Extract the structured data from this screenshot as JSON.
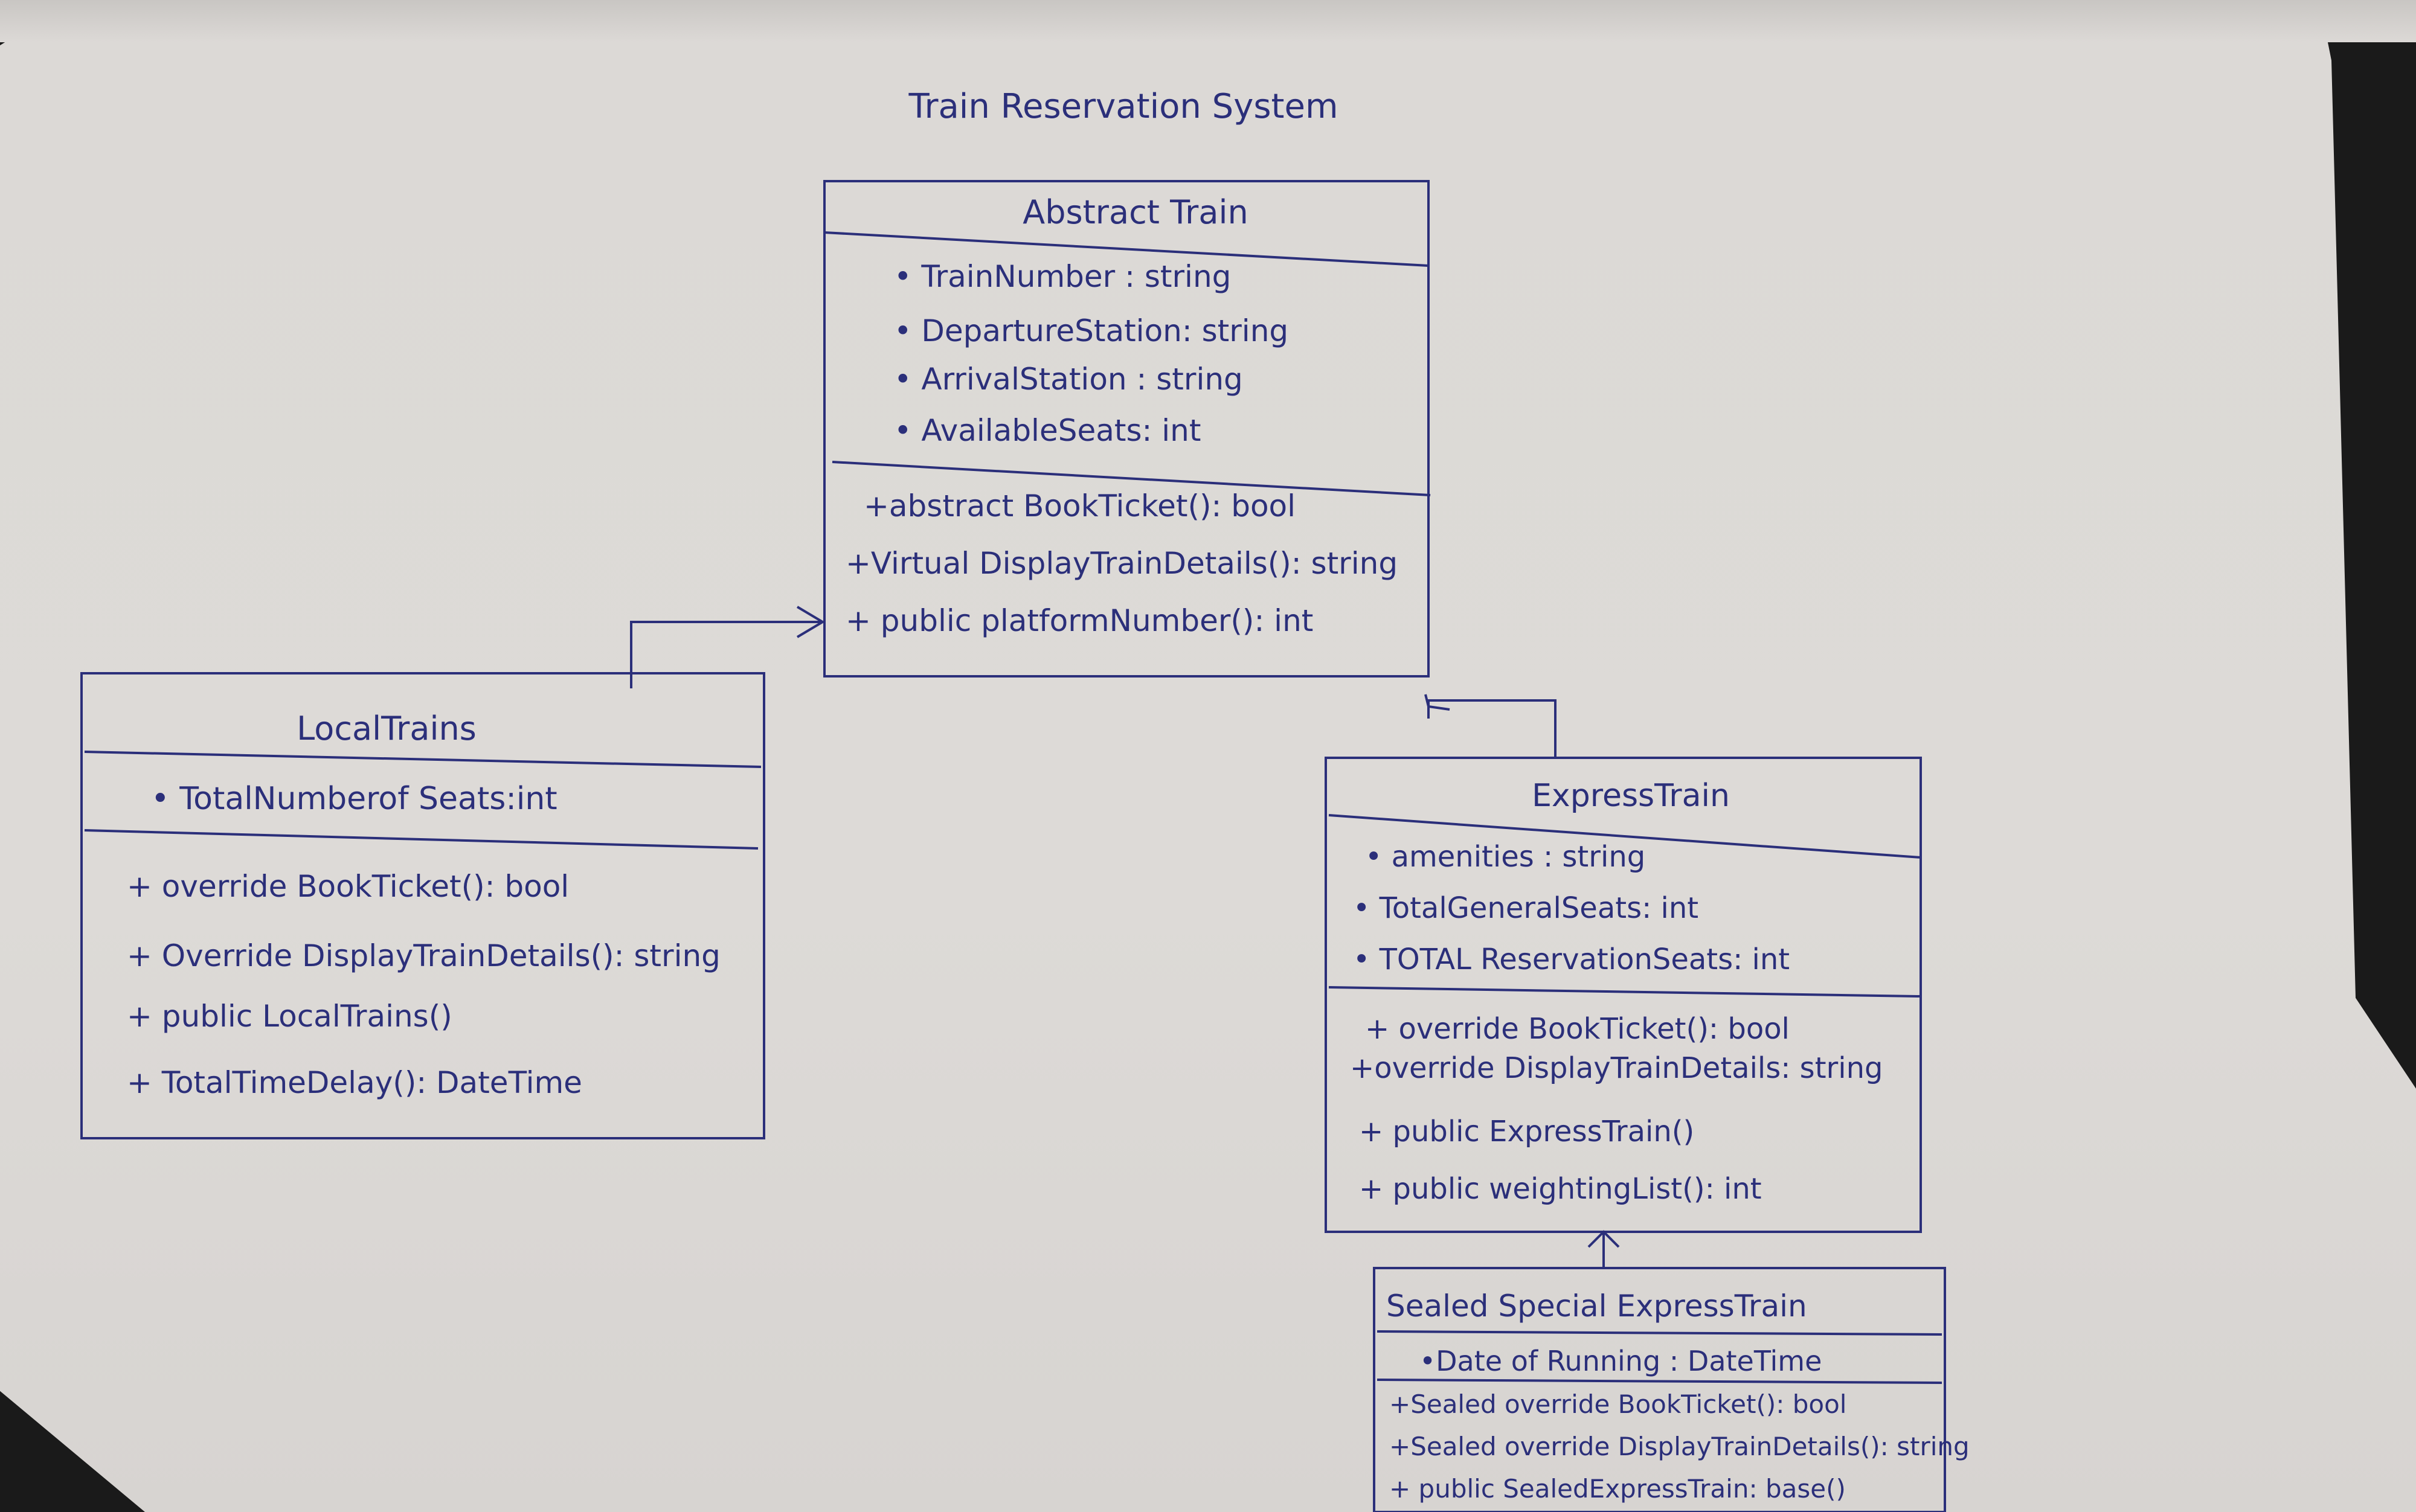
{
  "title": "Train Reservation System",
  "classes": {
    "abstract_train": {
      "name": "Abstract Train",
      "attributes": [
        "• TrainNumber : string",
        "• DepartureStation: string",
        "• ArrivalStation : string",
        "• AvailableSeats: int"
      ],
      "methods": [
        "+abstract  BookTicket(): bool",
        "+Virtual  DisplayTrainDetails(): string",
        "+ public  platformNumber(): int"
      ]
    },
    "local_trains": {
      "name": "LocalTrains",
      "attributes": [
        "• TotalNumberof Seats:int"
      ],
      "methods": [
        "+ override  BookTicket(): bool",
        "+ Override  DisplayTrainDetails(): string",
        "+  public  LocalTrains()",
        "+ TotalTimeDelay(): DateTime"
      ]
    },
    "express_train": {
      "name": "ExpressTrain",
      "attributes": [
        "• amenities : string",
        "• TotalGeneralSeats: int",
        "• TOTAL ReservationSeats: int"
      ],
      "methods": [
        "+ override  BookTicket(): bool",
        "+override DisplayTrainDetails: string",
        "+ public  ExpressTrain()",
        "+  public  weightingList(): int"
      ]
    },
    "sealed_special": {
      "name": "Sealed  Special ExpressTrain",
      "attributes": [
        "•Date of Running : DateTime"
      ],
      "methods": [
        "+Sealed override BookTicket(): bool",
        "+Sealed override DisplayTrainDetails(): string",
        "+ public SealedExpressTrain: base()"
      ]
    }
  },
  "colors": {
    "ink": "#2b2f7a",
    "paper": "#dcd9d6"
  }
}
